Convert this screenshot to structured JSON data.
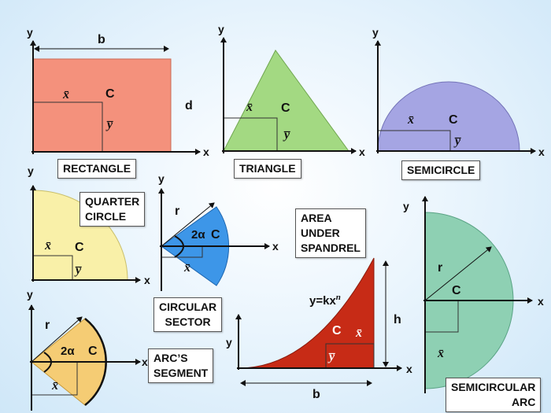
{
  "labels": {
    "rectangle": "RECTANGLE",
    "triangle": "TRIANGLE",
    "semicircle": "SEMICIRCLE",
    "quarter_circle": [
      "QUARTER",
      "CIRCLE"
    ],
    "circular_sector": [
      "CIRCULAR",
      "SECTOR"
    ],
    "area_under_spandrel": [
      "AREA",
      "UNDER",
      "SPANDREL"
    ],
    "arcs_segment": [
      "ARC’S",
      "SEGMENT"
    ],
    "semicircular_arc": [
      "SEMICIRCULAR",
      "ARC"
    ]
  },
  "symbols": {
    "x_axis": "x",
    "y_axis": "y",
    "centroid": "C",
    "xbar": "x̄",
    "ybar": "y̅",
    "b": "b",
    "d": "d",
    "h": "h",
    "r": "r",
    "two_alpha": "2α",
    "spandrel_eq": "y=kx",
    "spandrel_exp": "n"
  },
  "colors": {
    "rectangle": "#f4917c",
    "triangle": "#a3d982",
    "semicircle": "#a5a5e3",
    "quarter_circle": "#f9f0a8",
    "circular_sector": "#3d96e8",
    "spandrel": "#c72b16",
    "arcs_segment": "#f5cc74",
    "semicircular_arc": "#8ed0b3"
  }
}
